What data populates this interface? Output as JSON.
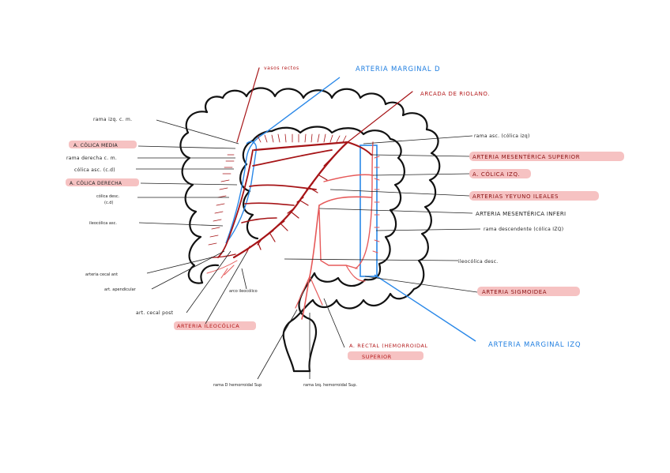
{
  "labels": {
    "vasos_rectos": "vasos rectos",
    "arteria_marginal_d": "ARTERIA MARGINAL D",
    "arcada_riolano": "ARCADA DE RIOLANO.",
    "rama_izq_cm": "rama izq. c. m.",
    "colica_media": "A. CÓLICA MEDIA",
    "rama_derecha_cm": "rama derecha c. m.",
    "colica_asc": "cólica asc. (c.d)",
    "colica_derecha": "A. CÓLICA DERECHA",
    "colica_desc_1": "cólica desc.",
    "colica_desc_2": "(c.d)",
    "ileocolica_asc": "ileocólica asc.",
    "arteria_cecal_ant": "arteria cecal ant",
    "art_apendicular": "art. apendicular",
    "art_cecal_post": "art. cecal post",
    "arteria_ileocolica": "ARTERIA ILEOCÓLICA",
    "arco_ileocolico": "arco ileocólico",
    "rama_d_hemorroidal": "rama D hemorroidal Sup",
    "rama_izq_hemorroidal": "rama Izq. hemorroidal Sup.",
    "rectal_hemorroidal_1": "A. RECTAL (HEMORROIDAL",
    "rectal_hemorroidal_2": "SUPERIOR",
    "rama_asc_colica_izq": "rama asc. (cólica izq)",
    "mesenterica_superior": "ARTERIA MESENTÉRICA SUPERIOR",
    "colica_izq": "A. CÓLICA IZQ.",
    "yeyuno_ileales": "ARTERIAS YEYUNO ILEALES",
    "mesenterica_inferior": "ARTERIA MESENTÉRICA INFERI",
    "rama_descendente": "rama descendente (cólica IZQ)",
    "ileocolica_desc": "ileocólica desc.",
    "arteria_sigmoidea": "ARTERIA SIGMOIDEA",
    "arteria_marginal_izq": "ARTERIA MARGINAL IZQ"
  },
  "colors": {
    "outline": "#111111",
    "artery_dark": "#a61417",
    "artery_light": "#e65a5a",
    "marginal_blue": "#2a88e8",
    "highlight": "#f4b7b7",
    "label_red": "#b3181a",
    "label_blue": "#1f7ee0"
  }
}
